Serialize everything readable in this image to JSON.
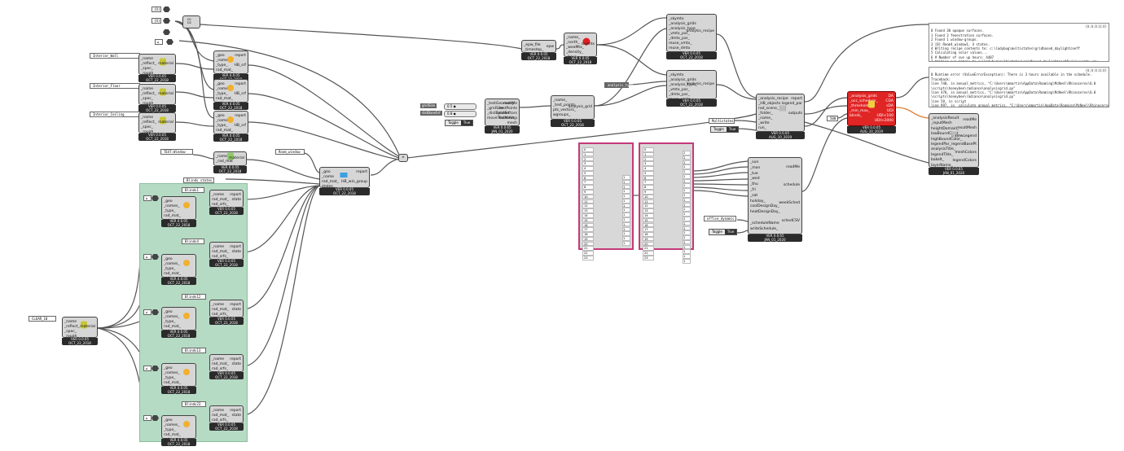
{
  "colors": {
    "canvas": "#ffffff",
    "component": "#d6d6d6",
    "footer": "#2b2b2b",
    "group": "#b5dbc4",
    "cluster": "#c43a7a",
    "error_component": "#e02525"
  },
  "tags": {
    "interior_wall": "Interior_Wall",
    "interior_floor": "Interior_Floor",
    "interior_ceiling": "Interior_Ceiling",
    "text_window": "TEXT:Window",
    "room_window": "Room_window",
    "blinds_states": "Blinds states",
    "blinds1": "Blinds1",
    "blinds4": "Blinds4",
    "blinds12": "Blinds12",
    "blinds13": "Blinds13",
    "blinds23": "Blinds23",
    "clear_10": "CLEAR_10",
    "office_dynamic": "office_dynamic",
    "multistates": "Multistates",
    "val_500": "500"
  },
  "version": {
    "oct": "VER 0.0.05\nOCT_22_2018",
    "jan": "VER 0.0.65\nJAN_01_2020",
    "aug": "VER 0.0.05\nAUG_10_2019"
  },
  "components": {
    "material": {
      "inputs": "_name\n_reflect_\n_spec_\n_rough_",
      "output": "material"
    },
    "surface": {
      "inputs": "_geo\n_names_\n_type_\nrad_mat_\nrad_mat_",
      "outputs": "report\n\nHB_srf"
    },
    "ep_epw": {
      "inputs": "_epw_file\n_timestep_",
      "output": "epw"
    },
    "skymtx": {
      "inputs": "_name_\n_north_\n_weaMtx_\n_density_\n_hoys_",
      "output": "skymtx"
    },
    "recipe": {
      "inputs": "_skymtx\n_analysis_grids\n_analysis_type_\n_vmtx_par_\n_dmtx_par_\nreuse_vmtx_\nreuse_dmtx",
      "output": "analysis_recipe"
    },
    "testpts": {
      "inputs": "_testGeometry\n_gridSize\n_distBaseSrf\nmoveTestMesh_",
      "outputs": "readMe\ntestPoints\nptsVectors\nfacesArea\nmesh"
    },
    "grid": {
      "inputs": "_name_\n_test_points\npts_vectors_\nwgroups_",
      "output": "analysis_grid"
    },
    "window": {
      "inputs": "_name_\n_rad_mat",
      "output": "material"
    },
    "wingroup": {
      "inputs": "_geo\n_name\nrad_mat_\nstates_",
      "outputs": "report\n\nHB_win_group"
    },
    "blind": {
      "inputs": "_name\nrad_mat_\nrad_srfs_",
      "outputs": "report\nstate"
    },
    "run": {
      "inputs": "_analysis_recipe\n_HB_objects\nrad_scene_\n_folder_\n_name_\n_write\nrun_",
      "outputs": "report\nlegend_par\n\noutputs"
    },
    "annual": {
      "inputs": "_analysis_grids\n_occ_schedule_\n_threshold_\n_min_max_\nblinds_",
      "outputs": "DA\nCDA\nsDA\nUDI\nUDI<100\nUDI>2000"
    },
    "schedule": {
      "inputs": "_sun\n_mon\n_tue\n_wed\n_thu\n_fri\n_sat\nholiday_\ncoolDesignDay_\nheatDesignDay_\n\n_scheduleName\nwriteSchedule_",
      "outputs": "readMe\n\nschedule\n\nweekSched\n\nschedCSV"
    },
    "recolor": {
      "inputs": "_analysisResult\n_inputMesh\nheightDomain_\nlowBoundColor_\nhighBoundColor_\nlegendPar_\nanalysisTitle_\nlegendTitle_\nbakeIt_\nlayerName_",
      "outputs": "readMe\nresultMesh\nnewLegend\nlegendBasePt\nmeshColors\nlegendColors"
    }
  },
  "sliders": {
    "gridsize": {
      "label": "gridSize",
      "value": "0.5 ◆"
    },
    "dist": {
      "label": "distBaseSrf",
      "value": "0.8 ◆"
    }
  },
  "toggles": {
    "t1": {
      "label": "Toggle",
      "value": "True"
    },
    "t2": {
      "label": "Toggle",
      "value": "True"
    },
    "t3": {
      "label": "Toggle",
      "value": "True"
    }
  },
  "analysis_type": "analysis_type",
  "panel_top": {
    "header": "{0;0;0;0;0}",
    "lines": [
      "0 Found 30 opaque surfaces.",
      "1 Found 3 fenestration surfaces.",
      "2 Found 1 window-groups.",
      "3    [0] Room4_window1, 4 states.",
      "4 Writing recipe contents to: c:\\ladybug\\multistates\\gridbased_daylightcoeff",
      "5 Calculating solar values...",
      "6 # Number of sun up hours: 4407",
      "7 Writing sun matrix to c:\\ladybug\\multistates\\gridbased_daylightcoeff\\sky\\sunmtx.smx"
    ]
  },
  "panel_err": {
    "header": "{0;0;0;0;0}",
    "lines": [
      "0 Runtime error (ValueErrorException): There is 3 hours available in the schedule.",
      "  Traceback:",
      "    line 740, in annual_metrics, \"C:\\Users\\mmartin\\AppData\\Roaming\\McNeel\\Rhinoceros\\6.0",
      "  \\scripts\\honeybee\\radiance\\analysisgrid.py\"",
      "    line 478, in annual_metrics, \"C:\\Users\\mmartin\\AppData\\Roaming\\McNeel\\Rhinoceros\\6.0",
      "  \\scripts\\honeybee\\radiance\\analysisgrid.py\"",
      "    line 58, in script",
      "    line 997, in _calculate_annual_metrics, \"C:\\Users\\mmartin\\AppData\\Roaming\\McNeel\\Rhinoceros\\6.0",
      "  \\scripts\\honeybee\\radiance\\analysisgrid.py\""
    ]
  },
  "list_items": [
    "0",
    "1",
    "2",
    "3",
    "4",
    "5",
    "6",
    "7",
    "8",
    "9",
    "10",
    "11",
    "12",
    "13",
    "14",
    "15",
    "16",
    "17",
    "18",
    "19",
    "20",
    "21",
    "22",
    "23"
  ],
  "ones": [
    "1",
    "1",
    "1",
    "1",
    "1",
    "1",
    "1",
    "1",
    "1",
    "1",
    "1",
    "1",
    "1",
    "1",
    "1"
  ]
}
